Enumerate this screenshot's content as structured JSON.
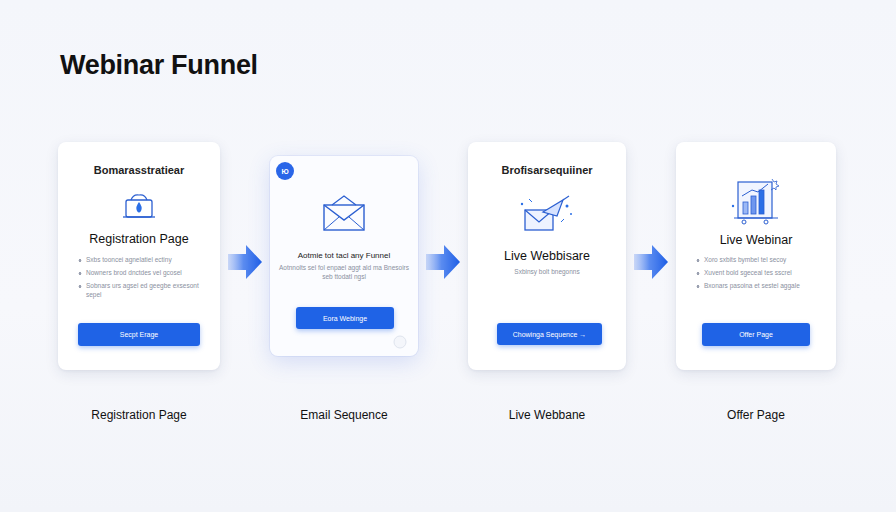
{
  "diagram": {
    "title": "Webinar Funnel",
    "nodes": [
      {
        "text": [
          "Bomarasstratiear",
          "Registration Page",
          "Sxbs tooncei agnelatiel ectiny",
          "Nowners brod dnctdes vel gcosel",
          "Sobnars urs agsel ed geegbe exsesont sepel",
          "Registration Page"
        ]
      },
      {
        "text": [
          "Secpt Erage"
        ],
        "in": 0
      },
      {
        "text": [
          "Aotmie tot tacl any Funnel",
          "Aotnnolts sel fol enpael aggt ald ma Bnesoirs seb ttodatl ngsl",
          "Email Sequence"
        ]
      },
      {
        "text": [
          "Ю"
        ],
        "in": 2
      },
      {
        "text": [
          "Eora Webinge"
        ],
        "in": 2
      },
      {
        "text": [
          "Brofisarsequiiner",
          "Live Webbisare",
          "Sxbinsy bolt bnegonns",
          "Live Webbane"
        ]
      },
      {
        "text": [
          "Chowinga Sequence →"
        ],
        "in": 5
      },
      {
        "text": [
          "Live Webinar",
          "Xoro sxbits bymbel tel secoy",
          "Xuvent bold sgeceal tes sscrel",
          "Bxonars pasoina et sestel aggale",
          "Offer Page"
        ]
      },
      {
        "text": [
          "Offer Page"
        ],
        "in": 7
      }
    ],
    "edges": [
      {
        "from": 0,
        "to": 2,
        "arrow": "to"
      },
      {
        "from": 2,
        "to": 5,
        "arrow": "to"
      },
      {
        "from": 5,
        "to": 7,
        "arrow": "to"
      }
    ]
  }
}
